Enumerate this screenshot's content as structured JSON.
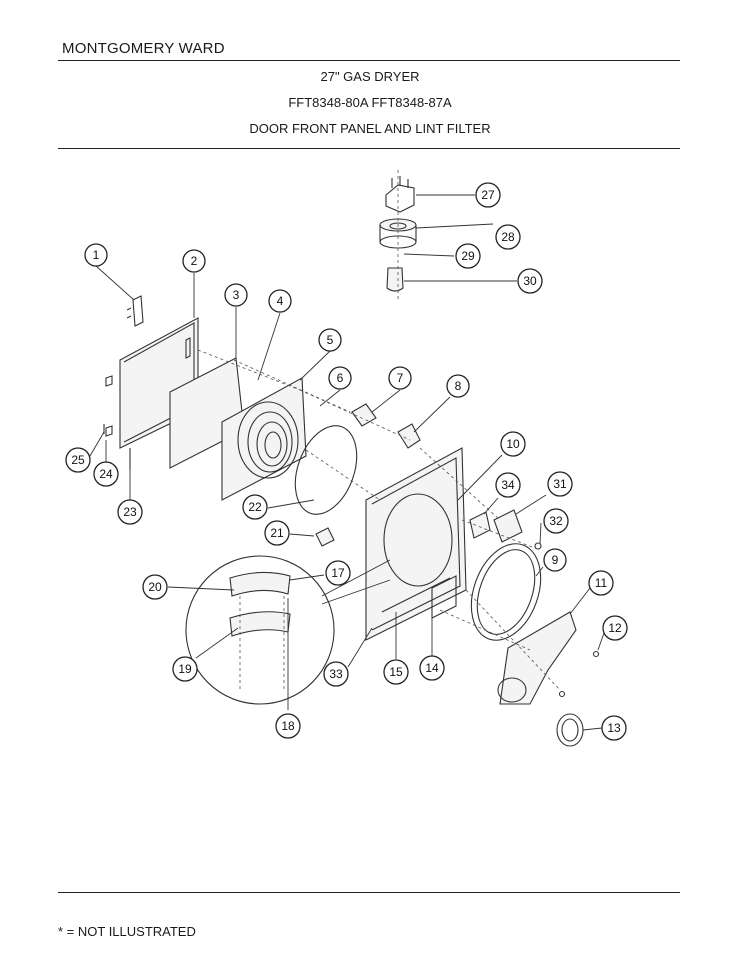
{
  "header": {
    "brand": "MONTGOMERY WARD",
    "product": "27\" GAS DRYER",
    "models": "FFT8348-80A  FFT8348-87A",
    "section": "DOOR FRONT PANEL AND LINT FILTER"
  },
  "callouts": [
    {
      "num": "1"
    },
    {
      "num": "2"
    },
    {
      "num": "3"
    },
    {
      "num": "4"
    },
    {
      "num": "5"
    },
    {
      "num": "6"
    },
    {
      "num": "7"
    },
    {
      "num": "8"
    },
    {
      "num": "9"
    },
    {
      "num": "10"
    },
    {
      "num": "11"
    },
    {
      "num": "12"
    },
    {
      "num": "13"
    },
    {
      "num": "14"
    },
    {
      "num": "15"
    },
    {
      "num": "17"
    },
    {
      "num": "18"
    },
    {
      "num": "19"
    },
    {
      "num": "20"
    },
    {
      "num": "21"
    },
    {
      "num": "22"
    },
    {
      "num": "23"
    },
    {
      "num": "24"
    },
    {
      "num": "25"
    },
    {
      "num": "27"
    },
    {
      "num": "28"
    },
    {
      "num": "29"
    },
    {
      "num": "30"
    },
    {
      "num": "31"
    },
    {
      "num": "32"
    },
    {
      "num": "33"
    },
    {
      "num": "34"
    }
  ],
  "footer": {
    "note": "* = NOT ILLUSTRATED"
  }
}
